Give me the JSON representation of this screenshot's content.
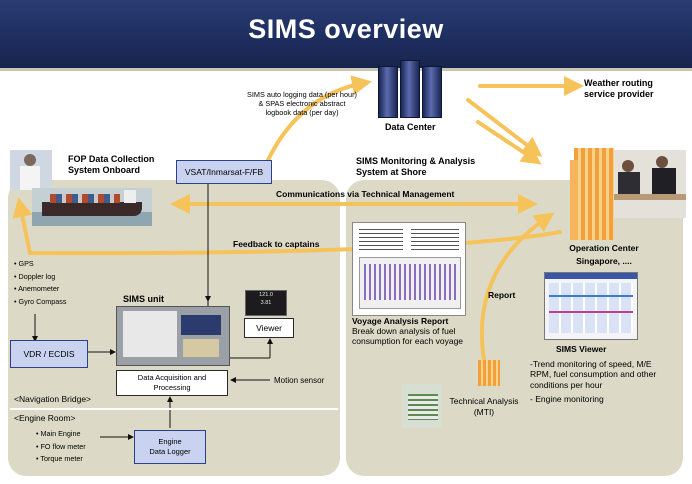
{
  "title": "SIMS overview",
  "data_center": "Data Center",
  "weather": [
    "Weather routing",
    "service provider"
  ],
  "sims_logging": [
    "SIMS auto logging data (per hour)",
    "& SPAS electronic abstract",
    "logbook data (per day)"
  ],
  "fop": [
    "FOP Data Collection",
    "System Onboard"
  ],
  "vsat": "VSAT/Inmarsat-F/FB",
  "sims_shore": [
    "SIMS Monitoring & Analysis",
    "System at Shore"
  ],
  "communications": "Communications via Technical Management",
  "feedback": "Feedback to captains",
  "operation_center": [
    "Operation Center",
    "Singapore, ...."
  ],
  "sensors": [
    "GPS",
    "Doppler log",
    "Anemometer",
    "Gyro Compass"
  ],
  "sims_unit": "SIMS unit",
  "gauge": [
    "121.0",
    "3.81"
  ],
  "viewer": "Viewer",
  "vdr": "VDR / ECDIS",
  "daq": [
    "Data Acquisition and",
    "Processing"
  ],
  "motion_sensor": "Motion sensor",
  "nav_bridge": "<Navigation  Bridge>",
  "engine_room": "<Engine Room>",
  "engine_sensors": [
    "Main Engine",
    "FO flow meter",
    "Torque meter"
  ],
  "engine_logger": [
    "Engine",
    "Data Logger"
  ],
  "report_label": "Report",
  "voyage": {
    "title": "Voyage Analysis Report",
    "desc": [
      "Break down analysis of fuel",
      "consumption for each voyage"
    ]
  },
  "sims_viewer": {
    "title": "SIMS Viewer",
    "desc": [
      "-Trend monitoring of speed, M/E",
      "RPM, fuel consumption and other",
      "conditions per hour"
    ],
    "item": "- Engine monitoring"
  },
  "tech_analysis": [
    "Technical Analysis",
    "(MTI)"
  ],
  "colors": {
    "title_bar": "#1f2f60",
    "panel": "#dcdac6",
    "arrow": "#f6c25a",
    "box_blue": "#c9d2ee"
  }
}
